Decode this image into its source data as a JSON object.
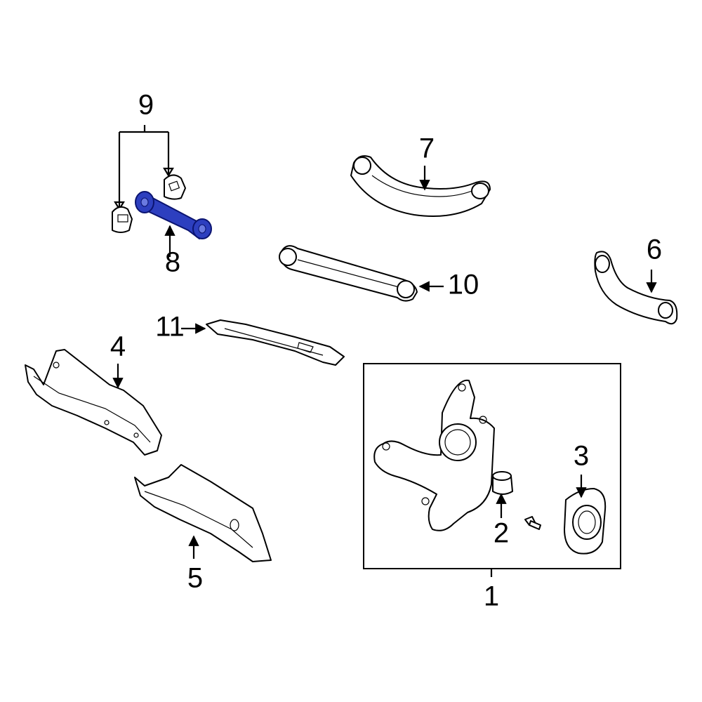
{
  "diagram": {
    "callouts": [
      {
        "number": "1",
        "part": "knuckle-assembly"
      },
      {
        "number": "2",
        "part": "bushing"
      },
      {
        "number": "3",
        "part": "hub-bearing"
      },
      {
        "number": "4",
        "part": "upper-heat-shield"
      },
      {
        "number": "5",
        "part": "lower-heat-shield"
      },
      {
        "number": "6",
        "part": "camber-arm"
      },
      {
        "number": "7",
        "part": "upper-control-arm"
      },
      {
        "number": "8",
        "part": "toe-link"
      },
      {
        "number": "9",
        "part": "cam-bolt-washer"
      },
      {
        "number": "10",
        "part": "trailing-arm"
      },
      {
        "number": "11",
        "part": "brace-bracket"
      }
    ],
    "colors": {
      "highlight": "#2d3fbf",
      "line": "#000000",
      "background": "#ffffff"
    }
  }
}
